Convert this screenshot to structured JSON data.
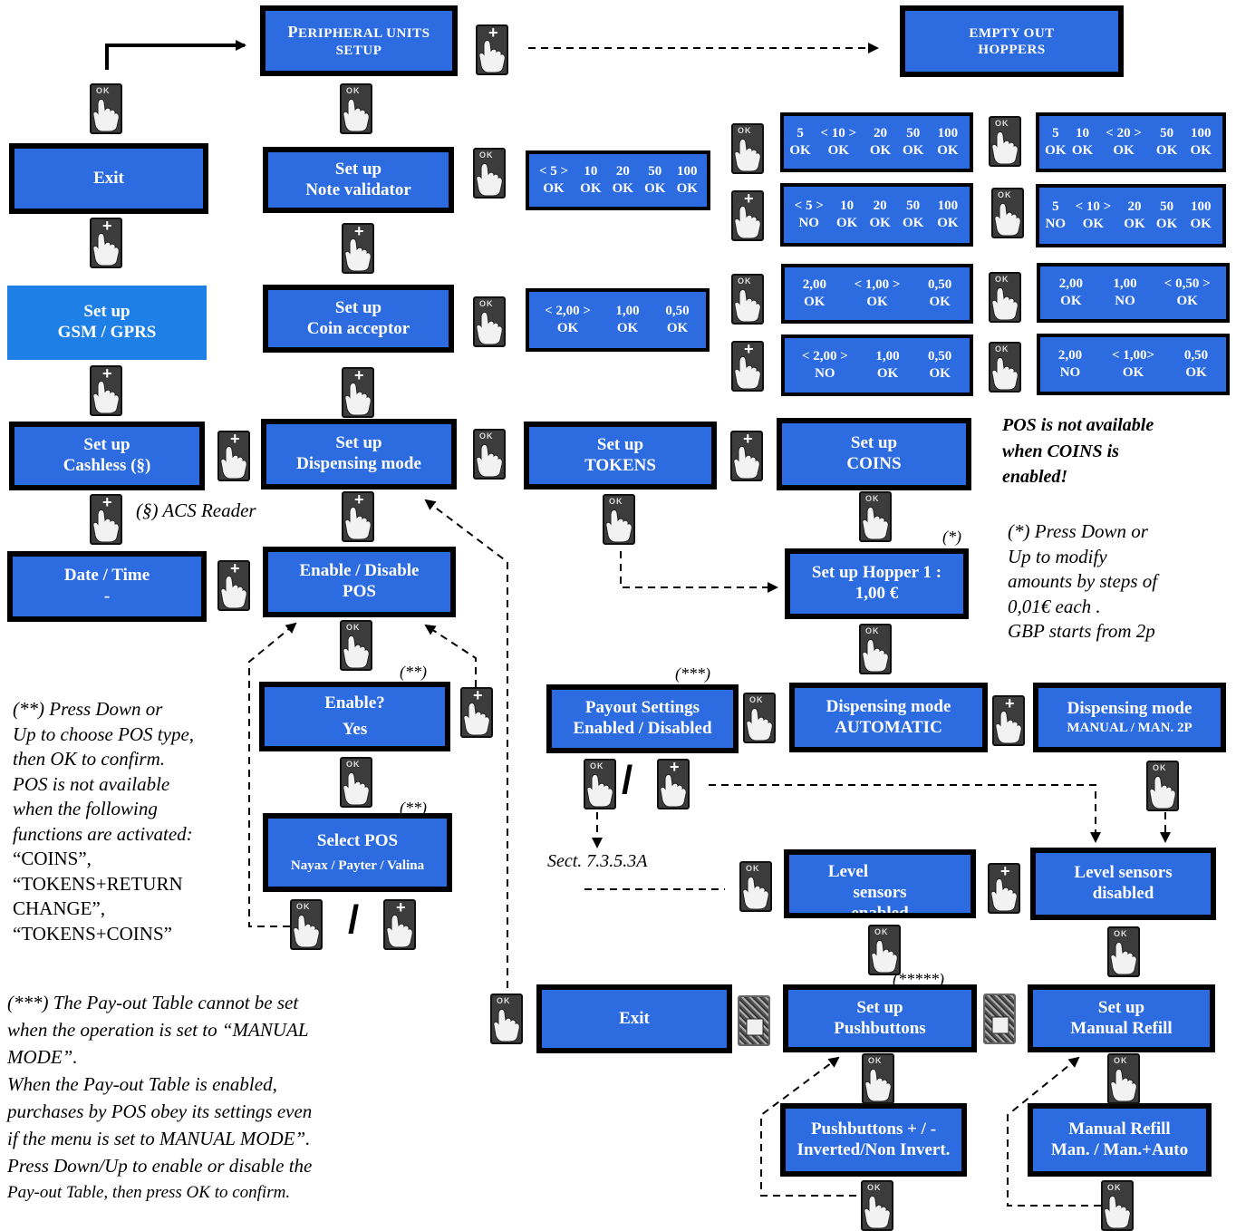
{
  "boxes": {
    "peripheral": {
      "line1_cap": "P",
      "line1_rest": "ERIPHERAL UNITS",
      "line2": "SETUP"
    },
    "empty_hoppers": {
      "line1": "EMPTY OUT",
      "line2": "HOPPERS"
    },
    "exit_top": {
      "line1": "Exit"
    },
    "note_validator": {
      "line1": "Set up",
      "line2": "Note validator"
    },
    "gsm": {
      "line1": "Set up",
      "line2": "GSM / GPRS"
    },
    "coin_acceptor": {
      "line1": "Set up",
      "line2": "Coin acceptor"
    },
    "cashless": {
      "line1": "Set up",
      "line2": "Cashless (§)"
    },
    "dispensing_mode": {
      "line1": "Set up",
      "line2": "Dispensing mode"
    },
    "tokens": {
      "line1": "Set up",
      "line2": "TOKENS"
    },
    "coins": {
      "line1": "Set up",
      "line2": "COINS"
    },
    "date_time": {
      "line1": "Date / Time",
      "line2": "-"
    },
    "enable_pos": {
      "line1": "Enable / Disable",
      "line2": "POS"
    },
    "hopper1": {
      "line1": "Set up Hopper 1 :",
      "line2": "1,00 €"
    },
    "enable_q": {
      "line1": "Enable?",
      "line2": "Yes"
    },
    "payout": {
      "line1": "Payout Settings",
      "line2": "Enabled / Disabled"
    },
    "disp_auto": {
      "line1": "Dispensing mode",
      "line2": "AUTOMATIC"
    },
    "disp_manual": {
      "line1": "Dispensing mode",
      "line2": "MANUAL / MAN. 2P"
    },
    "select_pos": {
      "line1": "Select POS",
      "line2": "Nayax / Payter / Valina"
    },
    "level_enabled": {
      "line1": "Level",
      "line2": "sensors",
      "line3": "enabled"
    },
    "level_disabled": {
      "line1": "Level sensors",
      "line2": "disabled"
    },
    "exit_bottom": {
      "line1": "Exit"
    },
    "pushbuttons": {
      "line1": "Set up",
      "line2": "Pushbuttons"
    },
    "manual_refill": {
      "line1": "Set up",
      "line2": "Manual Refill"
    },
    "pb_invert": {
      "line1": "Pushbuttons + / -",
      "line2": "Inverted/Non Invert."
    },
    "mr_mode": {
      "line1": "Manual Refill",
      "line2": "Man. / Man.+Auto"
    }
  },
  "grids": {
    "nv_main": {
      "row1": [
        "< 5 >",
        "10",
        "20",
        "50",
        "100"
      ],
      "row2": [
        "OK",
        "OK",
        "OK",
        "OK",
        "OK"
      ]
    },
    "nv_a": {
      "row1": [
        "5",
        "< 10 >",
        "20",
        "50",
        "100"
      ],
      "row2": [
        "OK",
        "OK",
        "OK",
        "OK",
        "OK"
      ]
    },
    "nv_b": {
      "row1": [
        "5",
        "10",
        "< 20 >",
        "50",
        "100"
      ],
      "row2": [
        "OK",
        "OK",
        "OK",
        "OK",
        "OK"
      ]
    },
    "nv_c": {
      "row1": [
        "< 5 >",
        "10",
        "20",
        "50",
        "100"
      ],
      "row2": [
        "NO",
        "OK",
        "OK",
        "OK",
        "OK"
      ]
    },
    "nv_d": {
      "row1": [
        "5",
        "< 10 >",
        "20",
        "50",
        "100"
      ],
      "row2": [
        "NO",
        "OK",
        "OK",
        "OK",
        "OK"
      ]
    },
    "ca_main": {
      "row1": [
        "< 2,00 >",
        "1,00",
        "0,50"
      ],
      "row2": [
        "OK",
        "OK",
        "OK"
      ]
    },
    "ca_a": {
      "row1": [
        "2,00",
        "< 1,00 >",
        "0,50"
      ],
      "row2": [
        "OK",
        "OK",
        "OK"
      ]
    },
    "ca_b": {
      "row1": [
        "2,00",
        "1,00",
        "< 0,50 >"
      ],
      "row2": [
        "OK",
        "NO",
        "OK"
      ]
    },
    "ca_c": {
      "row1": [
        "< 2,00 >",
        "1,00",
        "0,50"
      ],
      "row2": [
        "NO",
        "OK",
        "OK"
      ]
    },
    "ca_d": {
      "row1": [
        "2,00",
        "< 1,00>",
        "0,50"
      ],
      "row2": [
        "NO",
        "OK",
        "OK"
      ]
    }
  },
  "buttons": {
    "ok_label": "OK",
    "plus_label": "+"
  },
  "notes": {
    "acs": "(§) ACS Reader",
    "pos_warning": [
      "POS is not available",
      "when COINS is",
      "enabled!"
    ],
    "step_note": [
      "(*) Press Down or",
      "Up to modify",
      "amounts by steps of",
      "0,01€ each .",
      "GBP starts from 2p"
    ],
    "pos_type_note": [
      "(**) Press Down or",
      "Up to choose POS type,",
      "then OK to confirm.",
      "POS is not available",
      "when the following",
      "functions are activated:"
    ],
    "pos_functions": [
      "“COINS”,",
      "“TOKENS+RETURN",
      "CHANGE”,",
      "“TOKENS+COINS”"
    ],
    "payout_note": [
      "(***) The Pay-out Table cannot be set",
      "when the operation is set to “MANUAL",
      "MODE”.",
      "When the Pay-out Table is enabled,",
      "purchases by POS obey its settings even",
      "if the menu is set to MANUAL MODE”.",
      "Press Down/Up to enable or disable the",
      "Pay-out Table, then press OK to confirm."
    ],
    "sect": "Sect. 7.3.5.3A"
  },
  "marks": {
    "star1": "(*)",
    "star2": "(**)",
    "star3": "(***)",
    "star5": "(*****)"
  },
  "slash": "/",
  "colors": {
    "box_fill": "#2d6be0",
    "box_fill_light": "#1e7fe6",
    "border": "#000000",
    "text": "#ffffff"
  }
}
